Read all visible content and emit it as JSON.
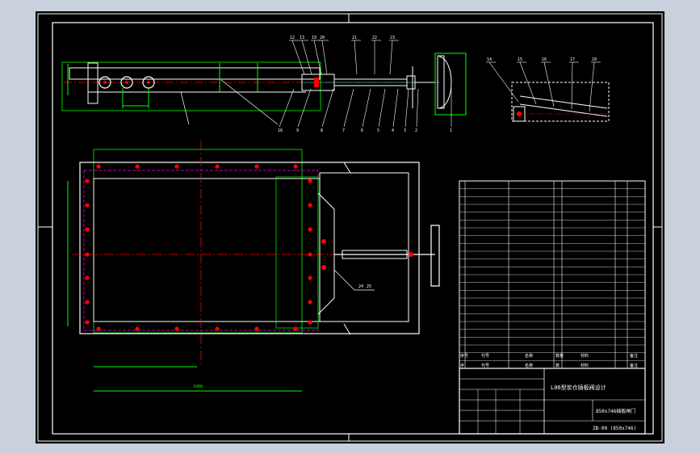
{
  "colors": {
    "background": "#c8d1dc",
    "sheet": "#000000",
    "border": "#ffffff",
    "outline": "#ffffff",
    "dimension": "#00ff00",
    "centerline": "#ff0000",
    "hidden_line": "#ff00ff",
    "leader": "#ffffff",
    "accent": "#00ffff"
  },
  "side_view": {
    "leader_labels": [
      "12",
      "13",
      "19",
      "20",
      "21",
      "22",
      "23"
    ],
    "bottom_labels": [
      "16",
      "9",
      "8",
      "7",
      "6",
      "5",
      "4",
      "3",
      "2",
      "1"
    ]
  },
  "detail_view": {
    "leader_labels": [
      "14",
      "15",
      "16",
      "17",
      "18"
    ]
  },
  "plan_view": {
    "dimension_bottom": "1000",
    "leader_labels": [
      "24",
      "25"
    ]
  },
  "bom": {
    "headers": [
      "序号",
      "代号",
      "名称",
      "数量",
      "材料",
      "备注"
    ],
    "footer_row": [
      "序",
      "代号",
      "名称",
      "数",
      "材料",
      "备注"
    ]
  },
  "title_block": {
    "project": "L06型炭仓插板阀设计",
    "drawing_name": "850x746插板闸门",
    "drawing_number": "ZB-00 (850x746)"
  }
}
